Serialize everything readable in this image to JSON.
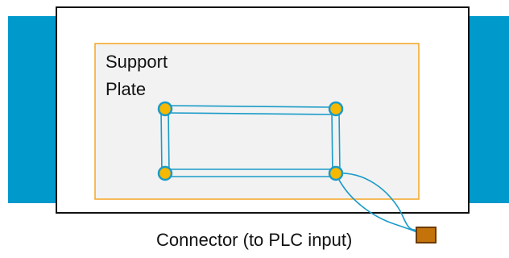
{
  "support_plate": {
    "title_lines": [
      "Support",
      "Plate"
    ]
  },
  "connector": {
    "label": "Connector (to PLC input)"
  },
  "colors": {
    "side_bars": "#0099cc",
    "enclosure_border": "#111111",
    "plate_fill": "#f2f2f2",
    "plate_border": "#f5a623",
    "wire_stroke": "#1a9bc8",
    "terminal_fill": "#f6b800",
    "terminal_stroke": "#1a9bc8",
    "connector_fill": "#c4720a",
    "connector_stroke": "#6b3a00"
  }
}
